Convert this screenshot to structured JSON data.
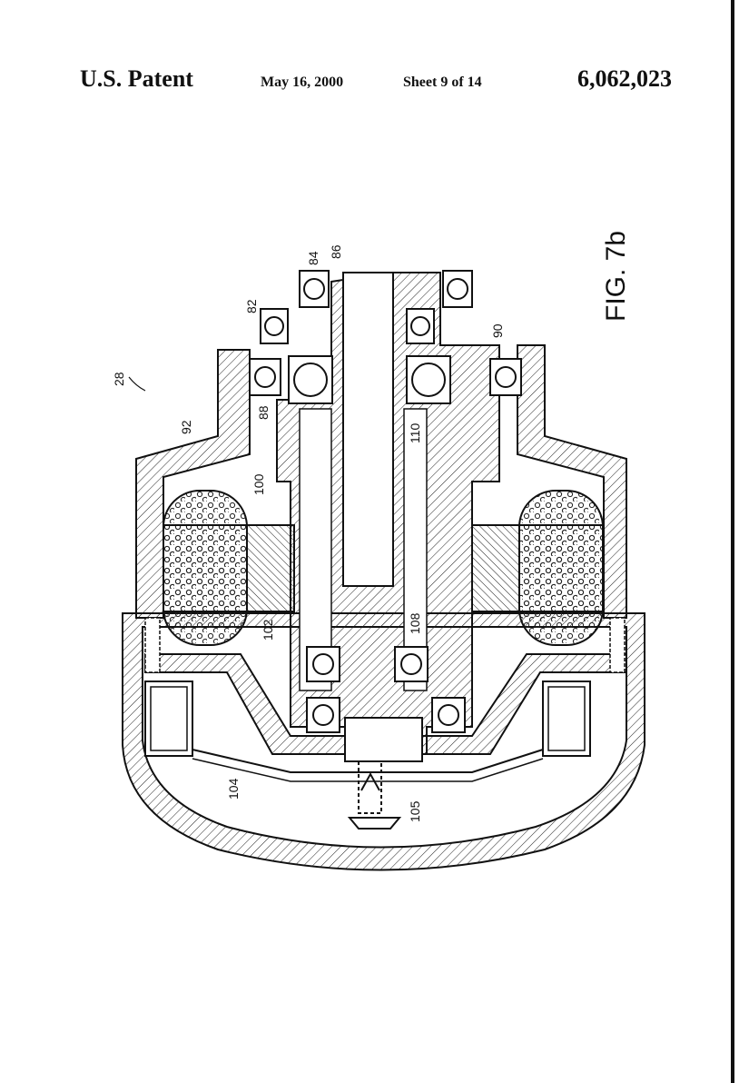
{
  "header": {
    "title": "U.S. Patent",
    "date": "May 16, 2000",
    "sheet": "Sheet 9 of 14",
    "patent_number": "6,062,023"
  },
  "figure": {
    "label": "FIG. 7b",
    "refs": {
      "r28": "28",
      "r82": "82",
      "r84": "84",
      "r86": "86",
      "r88": "88",
      "r90": "90",
      "r92": "92",
      "r100": "100",
      "r102": "102",
      "r104": "104",
      "r105": "105",
      "r108": "108",
      "r110": "110"
    }
  }
}
